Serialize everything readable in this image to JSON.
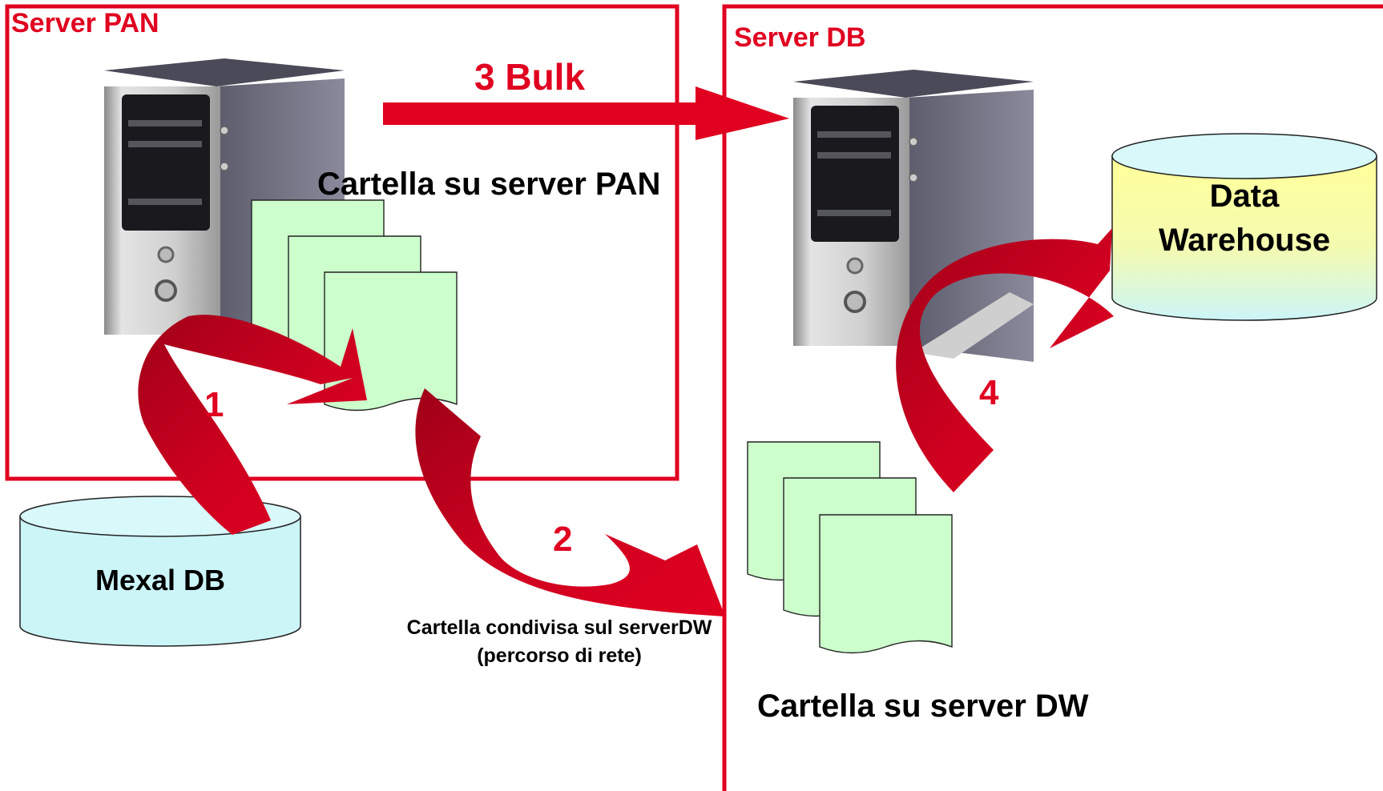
{
  "colors": {
    "frame": "#e00020",
    "arrow": "#e00020",
    "arrow_shadow": "#a00018",
    "document": "#ccffcc",
    "db_cylinder": "#ccf5f8",
    "dw_top": "#ffff99",
    "dw_bottom": "#ccf5f8"
  },
  "server_pan": {
    "title": "Server PAN",
    "folder_label": "Cartella su server PAN"
  },
  "server_db": {
    "title": "Server DB",
    "folder_label": "Cartella su server DW"
  },
  "mexal_db": {
    "label": "Mexal DB"
  },
  "data_warehouse": {
    "line1": "Data",
    "line2": "Warehouse"
  },
  "steps": {
    "step1": "1",
    "step2": "2",
    "step3": "3 Bulk",
    "step4": "4"
  },
  "shared_folder": {
    "line1": "Cartella condivisa sul serverDW",
    "line2": "(percorso di rete)"
  },
  "icons": [
    "server-tower-icon",
    "document-stack-icon",
    "database-cylinder-icon",
    "curved-arrow-icon"
  ]
}
